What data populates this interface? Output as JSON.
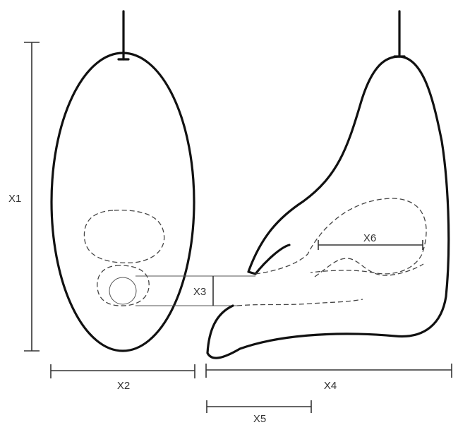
{
  "labels": {
    "x1": "X1",
    "x2": "X2",
    "x3": "X3",
    "x4": "X4",
    "x5": "X5",
    "x6": "X6"
  }
}
